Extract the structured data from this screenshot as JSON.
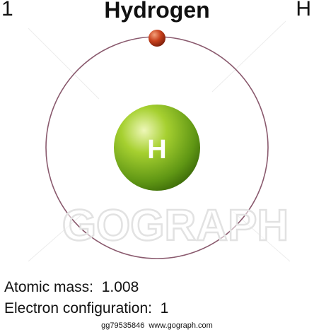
{
  "element": {
    "atomic_number": "1",
    "name": "Hydrogen",
    "symbol": "H",
    "nucleus_label": "H"
  },
  "watermark": "GOGRAPH",
  "info": {
    "mass_label": "Atomic mass:",
    "mass_value": "1.008",
    "config_label": "Electron configuration:",
    "config_value": "1"
  },
  "footer": {
    "image_code": "gg79535846",
    "site": "www.gograph.com"
  },
  "colors": {
    "orbit": "#8a5a6e",
    "nucleus": "#7fb31a",
    "electron": "#c0391b"
  }
}
